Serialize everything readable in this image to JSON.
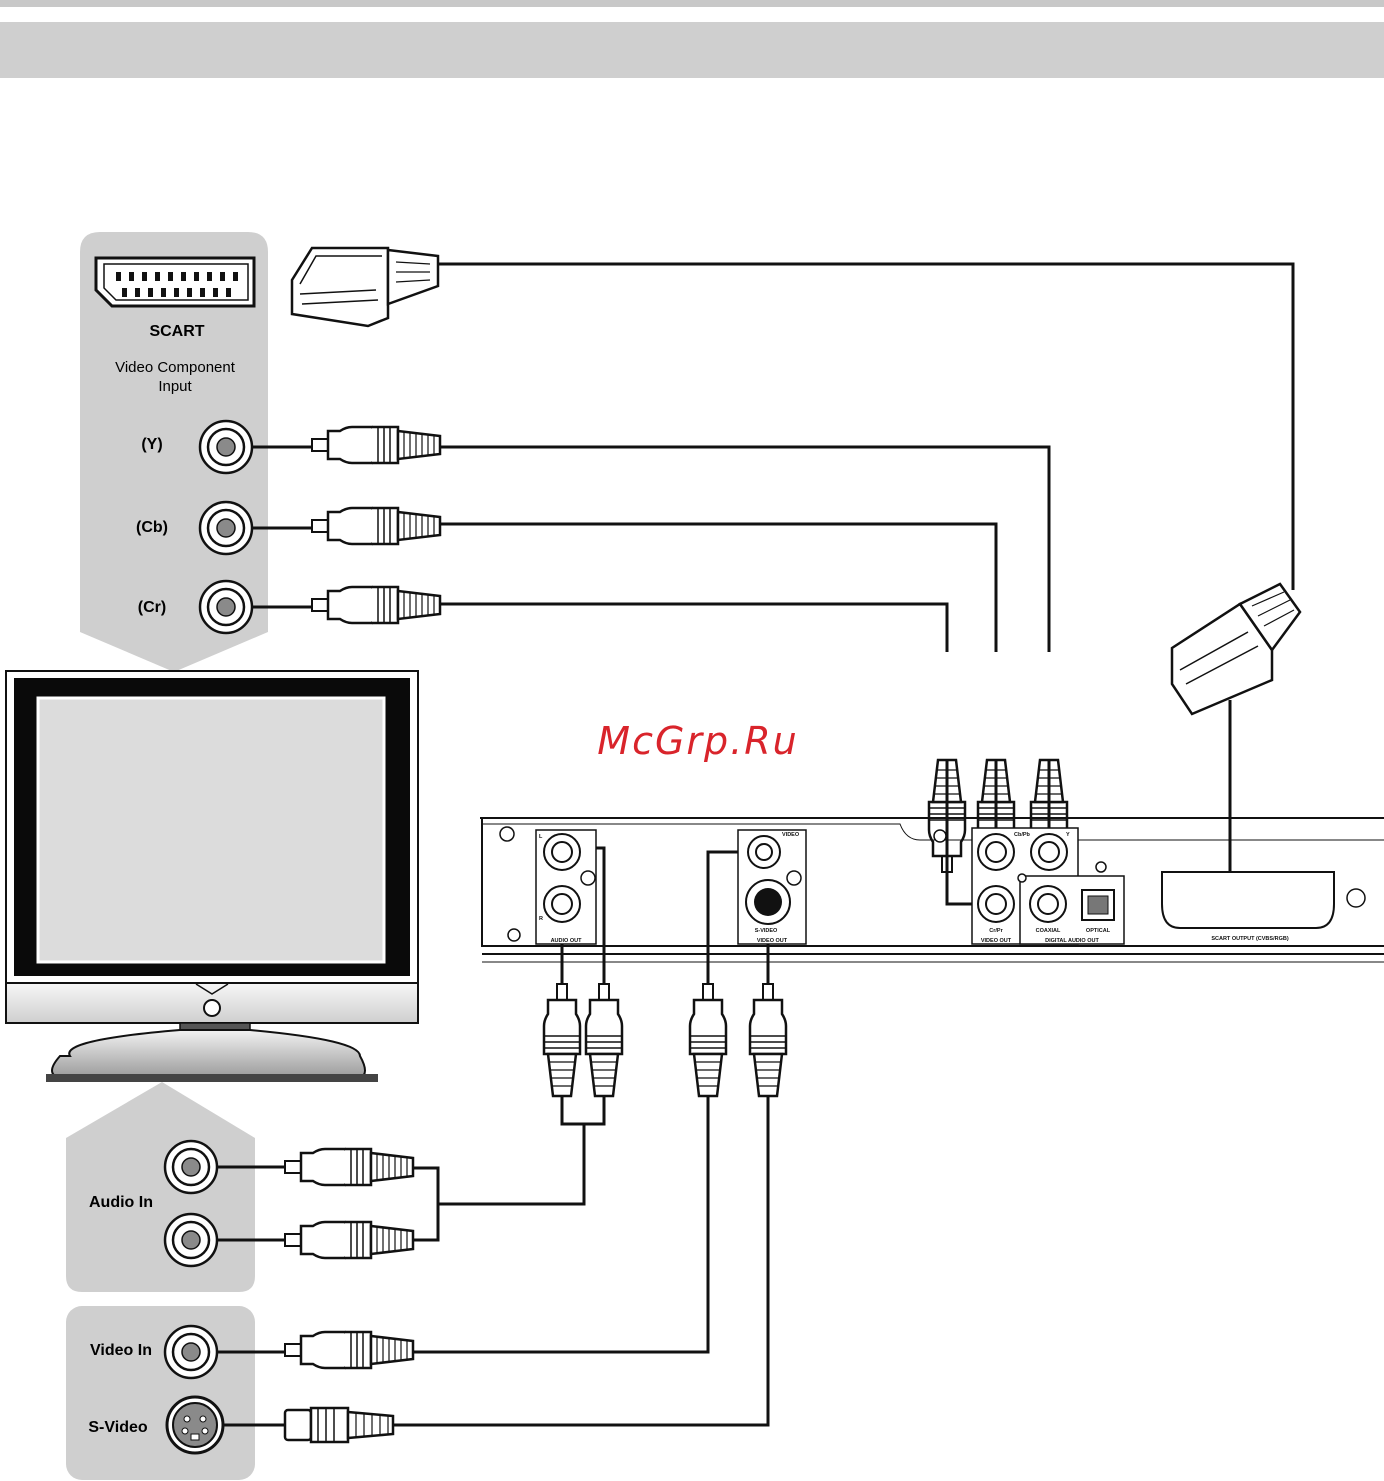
{
  "tv_panel": {
    "scart_label": "SCART",
    "component_title_1": "Video Component",
    "component_title_2": "Input",
    "y_label": "(Y)",
    "cb_label": "(Cb)",
    "cr_label": "(Cr)"
  },
  "tv_lower_panel": {
    "audio_in_label": "Audio In",
    "video_in_label": "Video In",
    "svideo_label": "S-Video"
  },
  "player": {
    "audio_l": "L",
    "audio_r": "R",
    "audio_out": "AUDIO OUT",
    "video_label": "VIDEO",
    "svideo_label": "S-VIDEO",
    "video_out_1": "VIDEO OUT",
    "cbpb": "Cb/Pb",
    "y": "Y",
    "crpr": "Cr/Pr",
    "video_out_2": "VIDEO OUT",
    "coaxial": "COAXIAL",
    "optical": "OPTICAL",
    "digital_audio_out": "DIGITAL AUDIO OUT",
    "scart_output": "SCART OUTPUT (CVBS/RGB)"
  },
  "watermark": "McGrp.Ru",
  "colors": {
    "panel_gray": "#cfcfcf",
    "line": "#111111",
    "watermark_red": "#d9242b"
  }
}
